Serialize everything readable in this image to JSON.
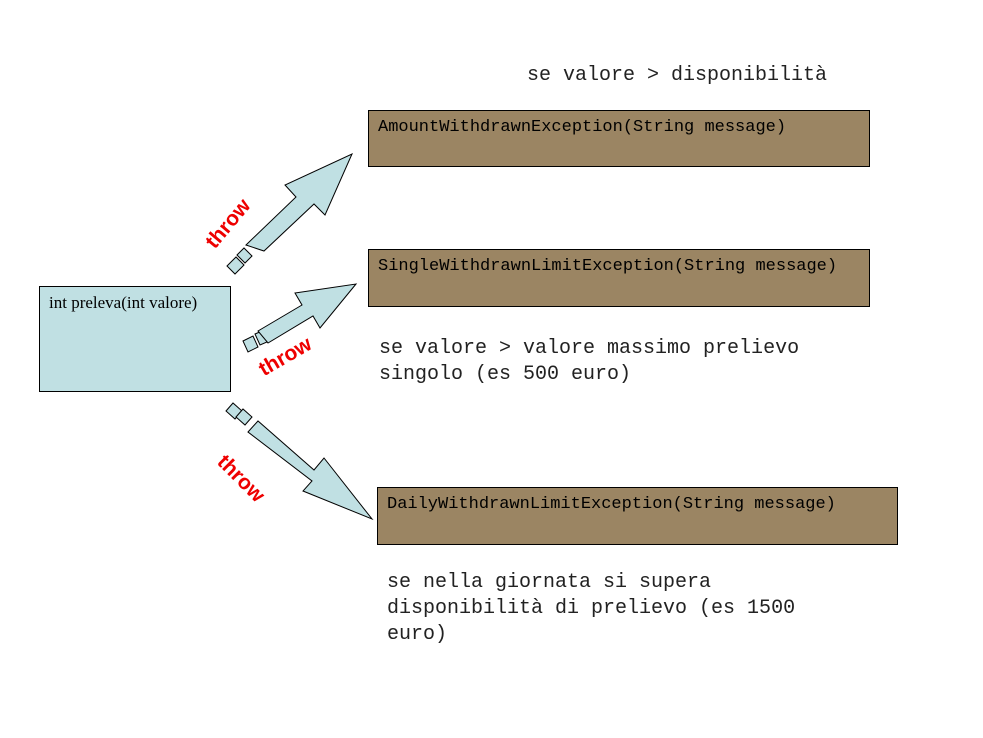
{
  "method": {
    "signature": "int preleva(int valore)"
  },
  "exceptions": [
    {
      "label": "AmountWithdrawnException(String message)",
      "condition": "se valore > disponibilità"
    },
    {
      "label": "SingleWithdrawnLimitException(String message)",
      "condition": "se valore > valore massimo prelievo\nsingolo (es 500 euro)"
    },
    {
      "label": "DailyWithdrawnLimitException(String message)",
      "condition": "se nella giornata si supera\ndisponibilità di prelievo (es 1500\neuro)"
    }
  ],
  "arrow_label": "throw",
  "colors": {
    "method_box": "#c0e0e3",
    "exception_box": "#9b8563",
    "arrow_fill": "#c0e0e3",
    "throw_text": "#ee0000"
  }
}
